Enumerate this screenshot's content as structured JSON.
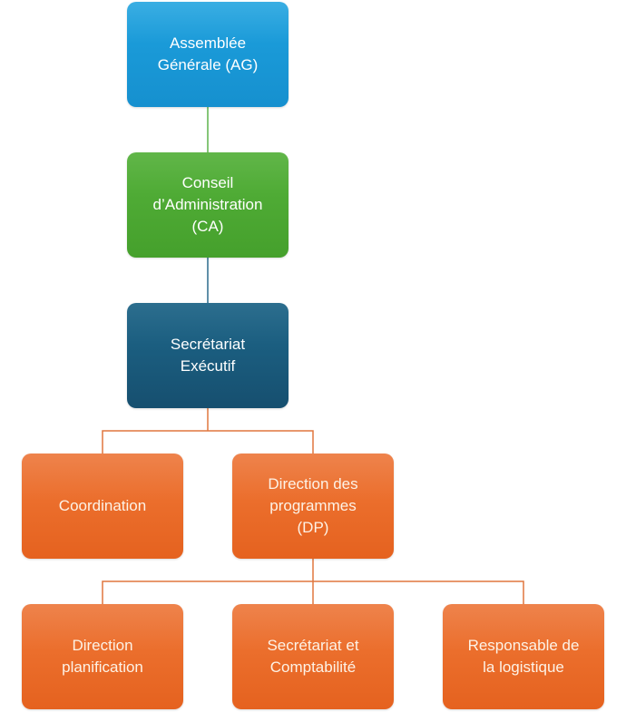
{
  "diagram": {
    "type": "org-chart",
    "colors": {
      "level1": "#1a9ad8",
      "level2": "#4fab35",
      "level3": "#1b5e80",
      "level4": "#eb6e2c",
      "connector_green": "#5cb34a",
      "connector_blue": "#2b6a8c",
      "connector_orange": "#e0773e"
    },
    "nodes": [
      {
        "id": "ag",
        "label": "Assemblée\nGénérale (AG)",
        "parent": null
      },
      {
        "id": "ca",
        "label": "Conseil\nd’Administration\n(CA)",
        "parent": "ag"
      },
      {
        "id": "se",
        "label": "Secrétariat\nExécutif",
        "parent": "ca"
      },
      {
        "id": "coord",
        "label": "Coordination",
        "parent": "se"
      },
      {
        "id": "dp",
        "label": "Direction des\nprogrammes\n(DP)",
        "parent": "se"
      },
      {
        "id": "dplan",
        "label": "Direction\nplanification",
        "parent": "dp"
      },
      {
        "id": "secc",
        "label": "Secrétariat et\nComptabilité",
        "parent": "dp"
      },
      {
        "id": "logi",
        "label": "Responsable de\nla logistique",
        "parent": "dp"
      }
    ]
  }
}
